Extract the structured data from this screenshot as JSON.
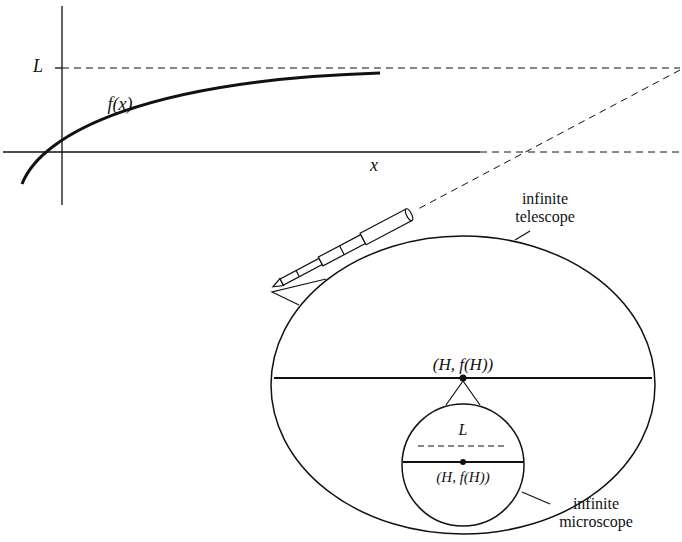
{
  "diagram": {
    "nodes": [
      {
        "text": [
          "(H, f(H))"
        ]
      },
      {
        "text": [
          "L",
          "(H, f(H))"
        ],
        "in": 0
      }
    ],
    "labels": [
      "L",
      "f(x)",
      "x",
      "infinite telescope",
      "infinite microscope"
    ]
  }
}
